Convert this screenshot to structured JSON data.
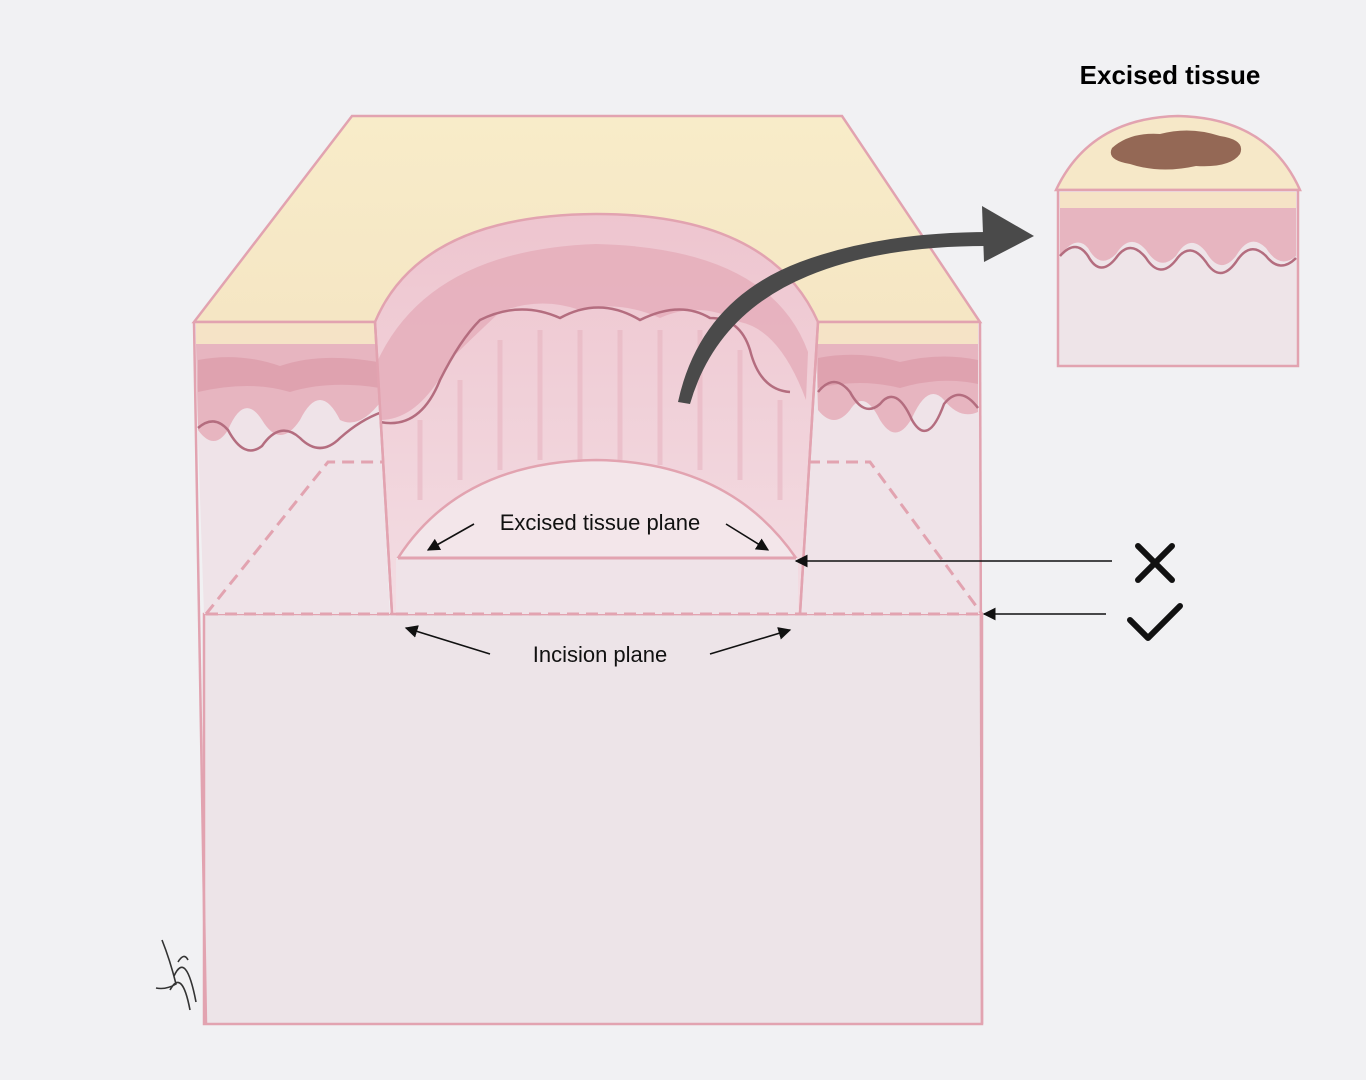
{
  "labels": {
    "excised_tissue_title": "Excised tissue",
    "excised_tissue_plane": "Excised tissue plane",
    "incision_plane": "Incision plane"
  },
  "markers": {
    "wrong_plane": "cross-icon",
    "correct_plane": "check-icon"
  },
  "colors": {
    "background": "#f1f1f3",
    "epidermis_surface": "#f6e9c8",
    "dermis_band": "#e2a9b4",
    "dermis_light": "#efd3da",
    "subcutis": "#ece2e6",
    "outline": "#e2a3b0",
    "lesion": "#8a5a48",
    "curved_arrow": "#4a4a4a",
    "pointer_arrows": "#111111"
  }
}
